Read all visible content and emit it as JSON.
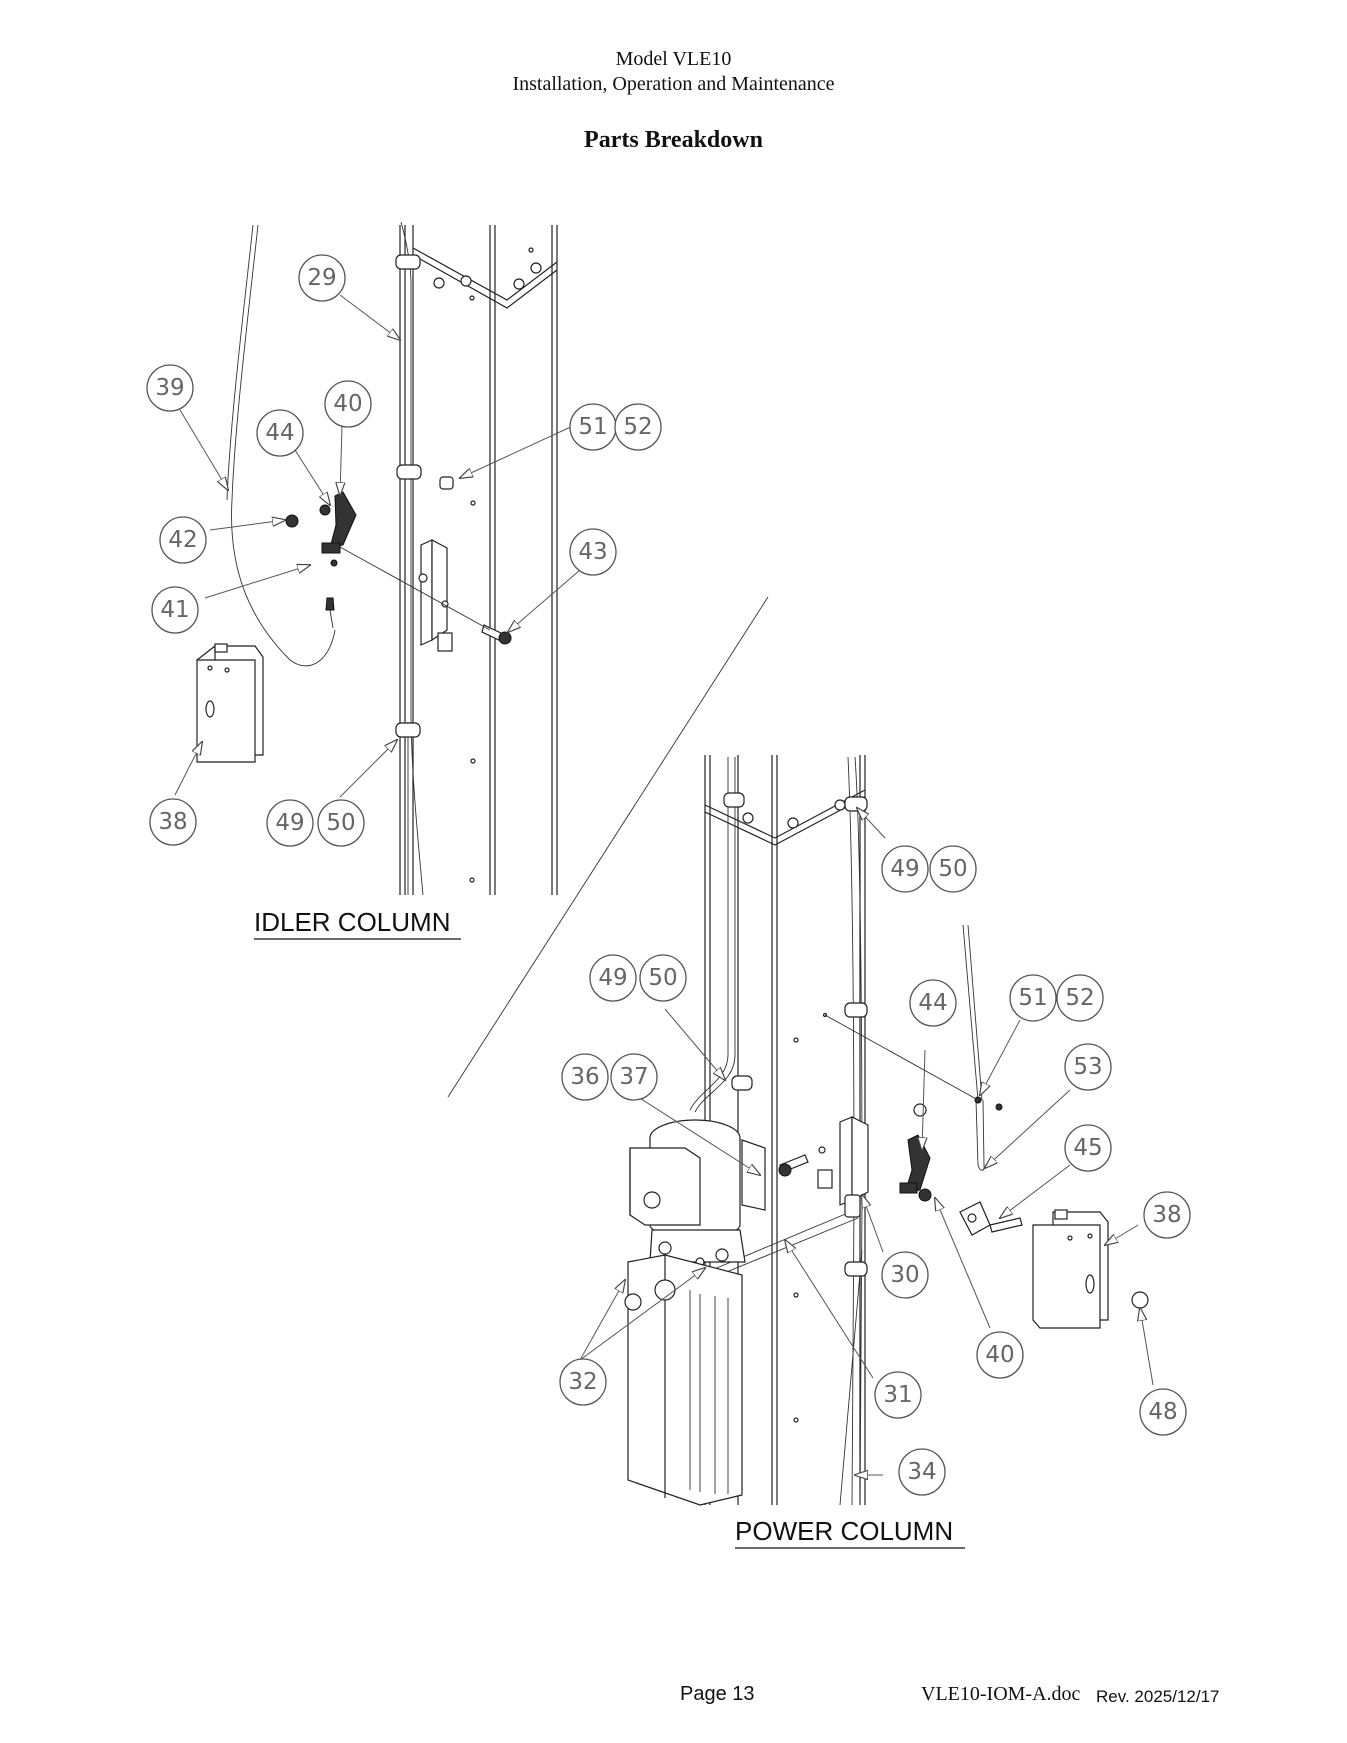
{
  "header": {
    "model": "Model VLE10",
    "subtitle": "Installation, Operation and Maintenance",
    "section_title": "Parts Breakdown"
  },
  "labels": {
    "idler": "IDLER COLUMN",
    "power": "POWER COLUMN"
  },
  "callouts": {
    "c29": "29",
    "c39": "39",
    "c44a": "44",
    "c40a": "40",
    "c42": "42",
    "c41": "41",
    "c51a": "51",
    "c52a": "52",
    "c43": "43",
    "c38a": "38",
    "c49a": "49",
    "c50a": "50",
    "c49b": "49",
    "c50b": "50",
    "c49c": "49",
    "c50c": "50",
    "c36": "36",
    "c37": "37",
    "c44b": "44",
    "c51b": "51",
    "c52b": "52",
    "c53": "53",
    "c45": "45",
    "c38b": "38",
    "c30": "30",
    "c40b": "40",
    "c32": "32",
    "c31": "31",
    "c48": "48",
    "c34": "34"
  },
  "footer": {
    "page": "Page 13",
    "doc": "VLE10-IOM-A.doc",
    "rev": "Rev. 2025/12/17"
  }
}
